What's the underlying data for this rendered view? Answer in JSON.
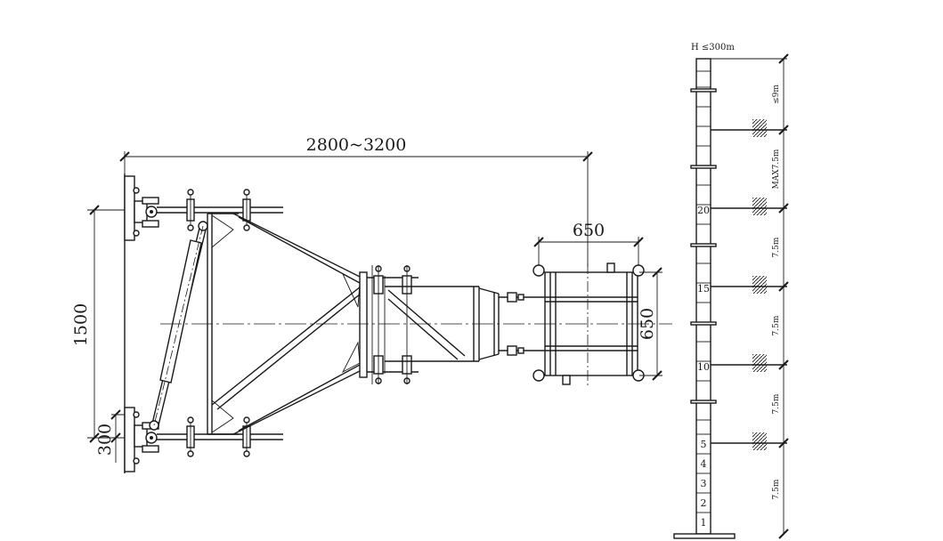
{
  "plan_view": {
    "dim_span": "2800~3200",
    "dim_vertical": "1500",
    "dim_small": "300",
    "dim_frame_width": "650",
    "dim_frame_height": "650"
  },
  "elevation": {
    "height_limit": "H ≤300m",
    "top_spacing": "≤9m",
    "max_spacing": "MAX7.5m",
    "spacing_labels": [
      "7.5m",
      "7.5m",
      "7.5m"
    ],
    "section_labels": [
      "20",
      "15",
      "10",
      "5",
      "4",
      "3",
      "2",
      "1"
    ]
  }
}
